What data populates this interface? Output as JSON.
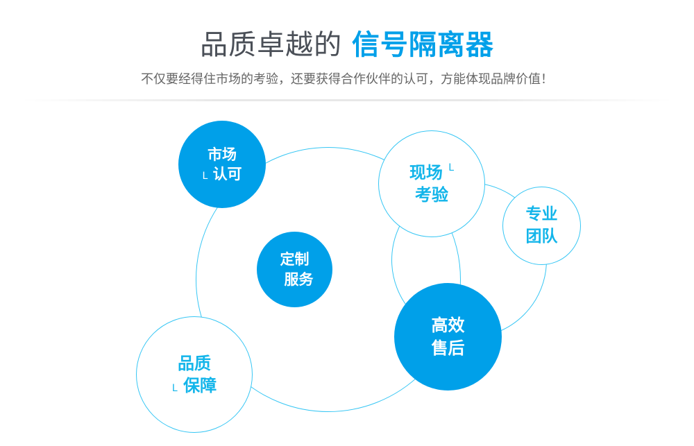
{
  "header": {
    "title_plain": "品质卓越的",
    "title_highlight": "信号隔离器",
    "subtitle": "不仅要经得住市场的考验，还要获得合作伙伴的认可，方能体现品牌价值！"
  },
  "circles": {
    "market": {
      "line1": "市场",
      "line2": "认可",
      "mark": "L"
    },
    "field": {
      "line1": "现场",
      "line2": "考验",
      "mark": "L"
    },
    "team": {
      "line1": "专业",
      "line2": "团队"
    },
    "custom": {
      "line1": "定制",
      "line2": "服务"
    },
    "service": {
      "line1": "高效",
      "line2": "售后"
    },
    "quality": {
      "line1": "品质",
      "line2": "保障",
      "mark": "L"
    }
  },
  "colors": {
    "accent": "#00a0e9",
    "outline": "#36c6f4",
    "title": "#4a4f57"
  }
}
